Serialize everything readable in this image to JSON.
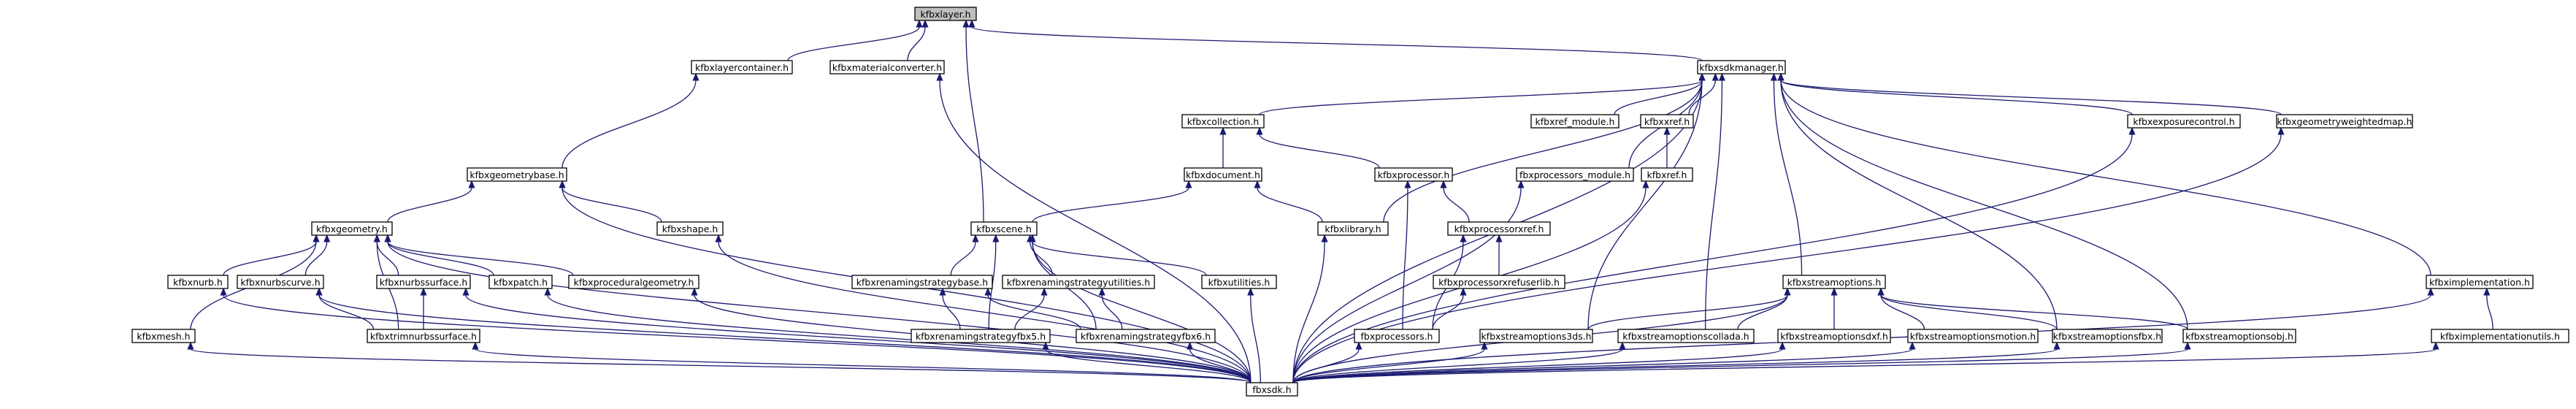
{
  "diagram": {
    "type": "include-dependency-graph",
    "focus_node": "kfbxlayer.h",
    "edge_color": "#191970",
    "highlight_fill": "#bfbfbf",
    "nodes": [
      {
        "id": "kfbxlayer",
        "label": "kfbxlayer.h"
      },
      {
        "id": "kfbxlayercontainer",
        "label": "kfbxlayercontainer.h"
      },
      {
        "id": "kfbxmaterialconverter",
        "label": "kfbxmaterialconverter.h"
      },
      {
        "id": "kfbxsdkmanager",
        "label": "kfbxsdkmanager.h"
      },
      {
        "id": "kfbxcollection",
        "label": "kfbxcollection.h"
      },
      {
        "id": "kfbxref_module",
        "label": "kfbxref_module.h"
      },
      {
        "id": "kfbxxref",
        "label": "kfbxxref.h"
      },
      {
        "id": "kfbxexposurecontrol",
        "label": "kfbxexposurecontrol.h"
      },
      {
        "id": "kfbxgeometryweightedmap",
        "label": "kfbxgeometryweightedmap.h"
      },
      {
        "id": "kfbxgeometrybase",
        "label": "kfbxgeometrybase.h"
      },
      {
        "id": "kfbxdocument",
        "label": "kfbxdocument.h"
      },
      {
        "id": "kfbxprocessor",
        "label": "kfbxprocessor.h"
      },
      {
        "id": "fbxprocessors_module",
        "label": "fbxprocessors_module.h"
      },
      {
        "id": "kfbxref",
        "label": "kfbxref.h"
      },
      {
        "id": "kfbxgeometry",
        "label": "kfbxgeometry.h"
      },
      {
        "id": "kfbxshape",
        "label": "kfbxshape.h"
      },
      {
        "id": "kfbxscene",
        "label": "kfbxscene.h"
      },
      {
        "id": "kfbxlibrary",
        "label": "kfbxlibrary.h"
      },
      {
        "id": "kfbxprocessorxref",
        "label": "kfbxprocessorxref.h"
      },
      {
        "id": "kfbxnurb",
        "label": "kfbxnurb.h"
      },
      {
        "id": "kfbxnurbscurve",
        "label": "kfbxnurbscurve.h"
      },
      {
        "id": "kfbxnurbssurface",
        "label": "kfbxnurbssurface.h"
      },
      {
        "id": "kfbxpatch",
        "label": "kfbxpatch.h"
      },
      {
        "id": "kfbxproceduralgeometry",
        "label": "kfbxproceduralgeometry.h"
      },
      {
        "id": "kfbxrenamingstrategybase",
        "label": "kfbxrenamingstrategybase.h"
      },
      {
        "id": "kfbxrenamingstrategyutilities",
        "label": "kfbxrenamingstrategyutilities.h"
      },
      {
        "id": "kfbxutilities",
        "label": "kfbxutilities.h"
      },
      {
        "id": "kfbxprocessorxrefuserlib",
        "label": "kfbxprocessorxrefuserlib.h"
      },
      {
        "id": "kfbxstreamoptions",
        "label": "kfbxstreamoptions.h"
      },
      {
        "id": "kfbximplementation",
        "label": "kfbximplementation.h"
      },
      {
        "id": "kfbxmesh",
        "label": "kfbxmesh.h"
      },
      {
        "id": "kfbxtrimnurbssurface",
        "label": "kfbxtrimnurbssurface.h"
      },
      {
        "id": "kfbxrenamingstrategyfbx5",
        "label": "kfbxrenamingstrategyfbx5.h"
      },
      {
        "id": "kfbxrenamingstrategyfbx6",
        "label": "kfbxrenamingstrategyfbx6.h"
      },
      {
        "id": "fbxprocessors",
        "label": "fbxprocessors.h"
      },
      {
        "id": "kfbxstreamoptions3ds",
        "label": "kfbxstreamoptions3ds.h"
      },
      {
        "id": "kfbxstreamoptionscollada",
        "label": "kfbxstreamoptionscollada.h"
      },
      {
        "id": "kfbxstreamoptionsdxf",
        "label": "kfbxstreamoptionsdxf.h"
      },
      {
        "id": "kfbxstreamoptionsmotion",
        "label": "kfbxstreamoptionsmotion.h"
      },
      {
        "id": "kfbxstreamoptionsfbx",
        "label": "kfbxstreamoptionsfbx.h"
      },
      {
        "id": "kfbxstreamoptionsobj",
        "label": "kfbxstreamoptionsobj.h"
      },
      {
        "id": "kfbximplementationutils",
        "label": "kfbximplementationutils.h"
      },
      {
        "id": "fbxsdk",
        "label": "fbxsdk.h"
      }
    ],
    "edges": [
      [
        "kfbxlayercontainer",
        "kfbxlayer"
      ],
      [
        "kfbxmaterialconverter",
        "kfbxlayer"
      ],
      [
        "kfbxsdkmanager",
        "kfbxlayer"
      ],
      [
        "kfbxscene",
        "kfbxlayer"
      ],
      [
        "kfbxgeometrybase",
        "kfbxlayercontainer"
      ],
      [
        "kfbxgeometry",
        "kfbxgeometrybase"
      ],
      [
        "kfbxshape",
        "kfbxgeometrybase"
      ],
      [
        "fbxsdk",
        "kfbxgeometrybase"
      ],
      [
        "fbxsdk",
        "kfbxmaterialconverter"
      ],
      [
        "kfbxnurb",
        "kfbxgeometry"
      ],
      [
        "kfbxnurbscurve",
        "kfbxgeometry"
      ],
      [
        "kfbxnurbssurface",
        "kfbxgeometry"
      ],
      [
        "kfbxpatch",
        "kfbxgeometry"
      ],
      [
        "kfbxproceduralgeometry",
        "kfbxgeometry"
      ],
      [
        "kfbxmesh",
        "kfbxgeometry"
      ],
      [
        "kfbxtrimnurbssurface",
        "kfbxgeometry"
      ],
      [
        "fbxsdk",
        "kfbxgeometry"
      ],
      [
        "kfbxtrimnurbssurface",
        "kfbxnurbssurface"
      ],
      [
        "kfbxtrimnurbssurface",
        "kfbxnurbscurve"
      ],
      [
        "fbxsdk",
        "kfbxnurb"
      ],
      [
        "fbxsdk",
        "kfbxnurbscurve"
      ],
      [
        "fbxsdk",
        "kfbxnurbssurface"
      ],
      [
        "fbxsdk",
        "kfbxpatch"
      ],
      [
        "fbxsdk",
        "kfbxproceduralgeometry"
      ],
      [
        "fbxsdk",
        "kfbxmesh"
      ],
      [
        "fbxsdk",
        "kfbxtrimnurbssurface"
      ],
      [
        "fbxsdk",
        "kfbxshape"
      ],
      [
        "kfbxcollection",
        "kfbxsdkmanager"
      ],
      [
        "kfbxref_module",
        "kfbxsdkmanager"
      ],
      [
        "kfbxxref",
        "kfbxsdkmanager"
      ],
      [
        "kfbxexposurecontrol",
        "kfbxsdkmanager"
      ],
      [
        "kfbxgeometryweightedmap",
        "kfbxsdkmanager"
      ],
      [
        "fbxprocessors_module",
        "kfbxsdkmanager"
      ],
      [
        "kfbxlibrary",
        "kfbxsdkmanager"
      ],
      [
        "kfbxstreamoptions",
        "kfbxsdkmanager"
      ],
      [
        "kfbximplementation",
        "kfbxsdkmanager"
      ],
      [
        "kfbxstreamoptions3ds",
        "kfbxsdkmanager"
      ],
      [
        "kfbxstreamoptionscollada",
        "kfbxsdkmanager"
      ],
      [
        "kfbxstreamoptionsfbx",
        "kfbxsdkmanager"
      ],
      [
        "kfbxstreamoptionsobj",
        "kfbxsdkmanager"
      ],
      [
        "kfbxdocument",
        "kfbxcollection"
      ],
      [
        "kfbxprocessor",
        "kfbxcollection"
      ],
      [
        "kfbxscene",
        "kfbxdocument"
      ],
      [
        "kfbxlibrary",
        "kfbxdocument"
      ],
      [
        "kfbxprocessorxref",
        "kfbxprocessor"
      ],
      [
        "fbxprocessors",
        "kfbxprocessor"
      ],
      [
        "kfbxref",
        "kfbxxref"
      ],
      [
        "fbxsdk",
        "kfbxref"
      ],
      [
        "fbxsdk",
        "fbxprocessors_module"
      ],
      [
        "kfbxprocessorxrefuserlib",
        "kfbxprocessorxref"
      ],
      [
        "fbxprocessors",
        "kfbxprocessorxref"
      ],
      [
        "fbxprocessors",
        "kfbxprocessorxrefuserlib"
      ],
      [
        "kfbxrenamingstrategybase",
        "kfbxscene"
      ],
      [
        "kfbxrenamingstrategyutilities",
        "kfbxscene"
      ],
      [
        "kfbxutilities",
        "kfbxscene"
      ],
      [
        "kfbxrenamingstrategyfbx5",
        "kfbxscene"
      ],
      [
        "kfbxrenamingstrategyfbx6",
        "kfbxscene"
      ],
      [
        "fbxsdk",
        "kfbxscene"
      ],
      [
        "kfbxrenamingstrategyfbx5",
        "kfbxrenamingstrategybase"
      ],
      [
        "kfbxrenamingstrategyfbx6",
        "kfbxrenamingstrategybase"
      ],
      [
        "kfbxrenamingstrategyfbx5",
        "kfbxrenamingstrategyutilities"
      ],
      [
        "kfbxrenamingstrategyfbx6",
        "kfbxrenamingstrategyutilities"
      ],
      [
        "fbxsdk",
        "kfbxrenamingstrategyfbx5"
      ],
      [
        "fbxsdk",
        "kfbxrenamingstrategyfbx6"
      ],
      [
        "fbxsdk",
        "kfbxutilities"
      ],
      [
        "fbxsdk",
        "kfbxlibrary"
      ],
      [
        "fbxsdk",
        "fbxprocessors"
      ],
      [
        "kfbxstreamoptions3ds",
        "kfbxstreamoptions"
      ],
      [
        "kfbxstreamoptionscollada",
        "kfbxstreamoptions"
      ],
      [
        "kfbxstreamoptionsdxf",
        "kfbxstreamoptions"
      ],
      [
        "kfbxstreamoptionsmotion",
        "kfbxstreamoptions"
      ],
      [
        "kfbxstreamoptionsfbx",
        "kfbxstreamoptions"
      ],
      [
        "kfbxstreamoptionsobj",
        "kfbxstreamoptions"
      ],
      [
        "fbxsdk",
        "kfbxstreamoptions"
      ],
      [
        "fbxsdk",
        "kfbxstreamoptions3ds"
      ],
      [
        "fbxsdk",
        "kfbxstreamoptionscollada"
      ],
      [
        "fbxsdk",
        "kfbxstreamoptionsdxf"
      ],
      [
        "fbxsdk",
        "kfbxstreamoptionsmotion"
      ],
      [
        "fbxsdk",
        "kfbxstreamoptionsfbx"
      ],
      [
        "fbxsdk",
        "kfbxstreamoptionsobj"
      ],
      [
        "fbxsdk",
        "kfbxsdkmanager"
      ],
      [
        "fbxsdk",
        "kfbxexposurecontrol"
      ],
      [
        "fbxsdk",
        "kfbxgeometryweightedmap"
      ],
      [
        "kfbximplementationutils",
        "kfbximplementation"
      ],
      [
        "fbxsdk",
        "kfbximplementation"
      ],
      [
        "fbxsdk",
        "kfbximplementationutils"
      ]
    ]
  }
}
